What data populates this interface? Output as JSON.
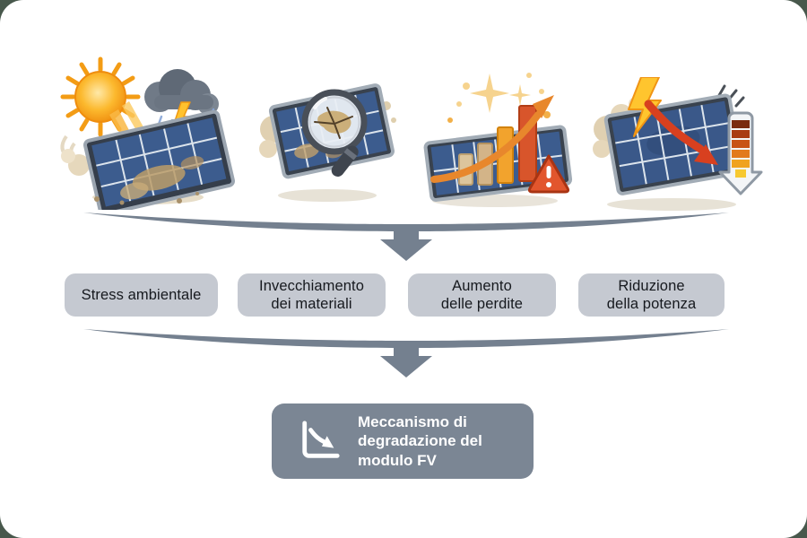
{
  "page": {
    "outer_background": "#48584c",
    "card_background": "#ffffff"
  },
  "illustrations": [
    {
      "name": "environmental-stress",
      "icon": "sun-storm-rain-dusty-solar-panel-illustration"
    },
    {
      "name": "material-aging",
      "icon": "magnifying-glass-cracked-solar-panel-illustration"
    },
    {
      "name": "loss-increase",
      "icon": "rising-bar-chart-warning-solar-panel-illustration"
    },
    {
      "name": "power-reduction",
      "icon": "lightning-declining-arrow-solar-panel-illustration"
    }
  ],
  "connector": {
    "color": "#74808f",
    "icon": "curved-brace-down-arrow"
  },
  "cause_labels": [
    {
      "text": "Stress ambientale"
    },
    {
      "text": "Invecchiamento\ndei materiali"
    },
    {
      "text": "Aumento\ndelle perdite"
    },
    {
      "text": "Riduzione\ndella potenza"
    }
  ],
  "label_style": {
    "background": "#c5c9d1",
    "text_color": "#16191e"
  },
  "result_box": {
    "text": "Meccanismo di\ndegradazione del\nmodulo FV",
    "background": "#7b8694",
    "text_color": "#ffffff",
    "icon": "declining-chart-icon"
  }
}
